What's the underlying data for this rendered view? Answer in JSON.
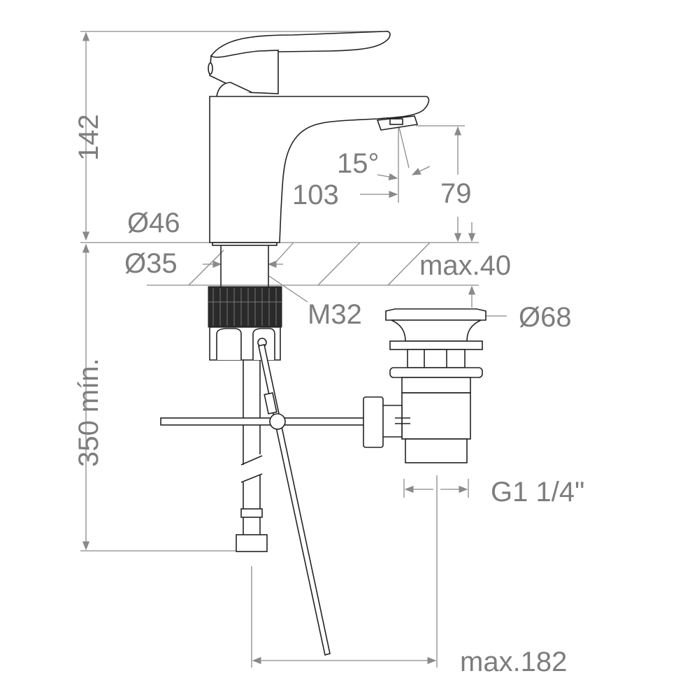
{
  "drawing": {
    "labels": {
      "height_total": "142",
      "spout_angle": "15°",
      "spout_reach": "103",
      "spout_height": "79",
      "body_diameter": "Ø46",
      "shank_diameter": "Ø35",
      "max_counter_thickness": "max.40",
      "thread": "M32",
      "drain_diameter": "Ø68",
      "min_height_below": "350 mín.",
      "drain_thread": "G1 1/4\"",
      "max_rod_reach": "max.182"
    },
    "colors": {
      "lines": "#222222",
      "dimensions": "#8a8a8a",
      "text": "#7d7d7d"
    }
  }
}
